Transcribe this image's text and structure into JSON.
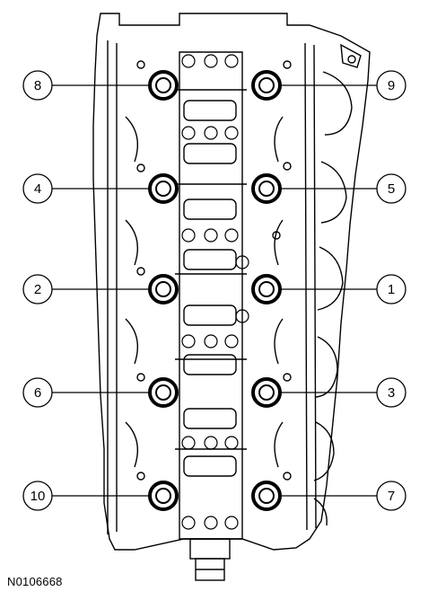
{
  "figure_id": "N0106668",
  "bolts": [
    {
      "id": "8",
      "side": "left"
    },
    {
      "id": "9",
      "side": "right"
    },
    {
      "id": "4",
      "side": "left"
    },
    {
      "id": "5",
      "side": "right"
    },
    {
      "id": "2",
      "side": "left"
    },
    {
      "id": "1",
      "side": "right"
    },
    {
      "id": "6",
      "side": "left"
    },
    {
      "id": "3",
      "side": "right"
    },
    {
      "id": "10",
      "side": "left"
    },
    {
      "id": "7",
      "side": "right"
    }
  ],
  "colors": {
    "line": "#000000",
    "background": "#ffffff",
    "metal_fill": "#ffffff"
  }
}
